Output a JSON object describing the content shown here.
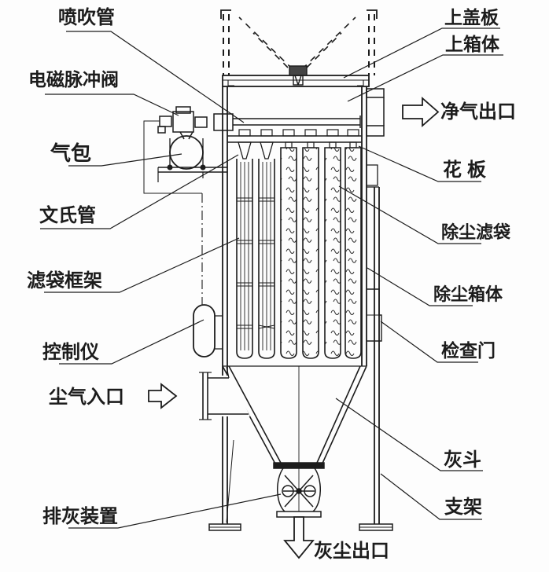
{
  "diagram": {
    "left_labels": {
      "blow_pipe": "喷吹管",
      "pulse_valve": "电磁脉冲阀",
      "air_bag": "气包",
      "venturi_tube": "文氏管",
      "bag_cage": "滤袋框架",
      "controller": "控制仪",
      "dust_air_inlet": "尘气入口",
      "ash_discharge_device": "排灰装置"
    },
    "right_labels": {
      "top_cover_plate": "上盖板",
      "upper_box_body": "上箱体",
      "clean_air_outlet": "净气出口",
      "tube_sheet": "花板",
      "dust_filter_bag": "除尘滤袋",
      "dust_box_body": "除尘箱体",
      "inspection_door": "检查门",
      "ash_hopper": "灰斗",
      "support_frame": "支架"
    },
    "bottom_labels": {
      "dust_outlet": "灰尘出口"
    },
    "colors": {
      "line": "#1c1c1c",
      "background": "#fdfdfd"
    }
  }
}
